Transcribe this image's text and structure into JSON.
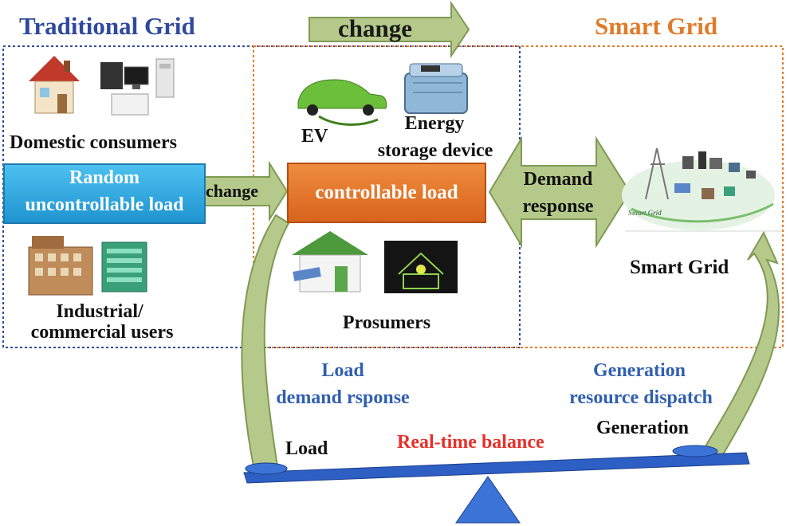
{
  "titles": {
    "traditional": "Traditional Grid",
    "smart": "Smart Grid",
    "top_change": "change"
  },
  "traditional": {
    "domestic": "Domestic consumers",
    "random_load_line1": "Random",
    "random_load_line2": "uncontrollable load",
    "change": "change",
    "industrial_line1": "Industrial/",
    "industrial_line2": "commercial  users"
  },
  "middle": {
    "ev": "EV",
    "energy_line1": "Energy",
    "energy_line2": "storage device",
    "controllable": "controllable load",
    "prosumers": "Prosumers"
  },
  "right": {
    "demand_line1": "Demand",
    "demand_line2": "response",
    "smart_grid_label": "Smart Grid",
    "smart_grid_image_text": "Smart Grid"
  },
  "bottom": {
    "load_dr_line1": "Load",
    "load_dr_line2": "demand rsponse",
    "gen_line1": "Generation",
    "gen_line2": "resource dispatch",
    "load": "Load",
    "generation": "Generation",
    "balance": "Real-time balance"
  },
  "colors": {
    "traditional_title": "#2f4a9c",
    "smart_title": "#e07b2a",
    "blue_text": "#2f5fb0",
    "balance_text": "#e8302a",
    "arrow_green": "#b5c98a",
    "arrow_green_dark": "#7f9a55",
    "orange_box": "#e0772a",
    "cyan_box": "#2ea9df",
    "beam_blue": "#2d5fc4",
    "fulcrum_blue": "#3b74d6"
  },
  "icons": [
    "house-icon",
    "computer-appliances-icon",
    "ev-car-icon",
    "battery-icon",
    "factory-icon",
    "office-building-icon",
    "solar-house-icon",
    "smart-home-icon",
    "smart-grid-icon"
  ]
}
